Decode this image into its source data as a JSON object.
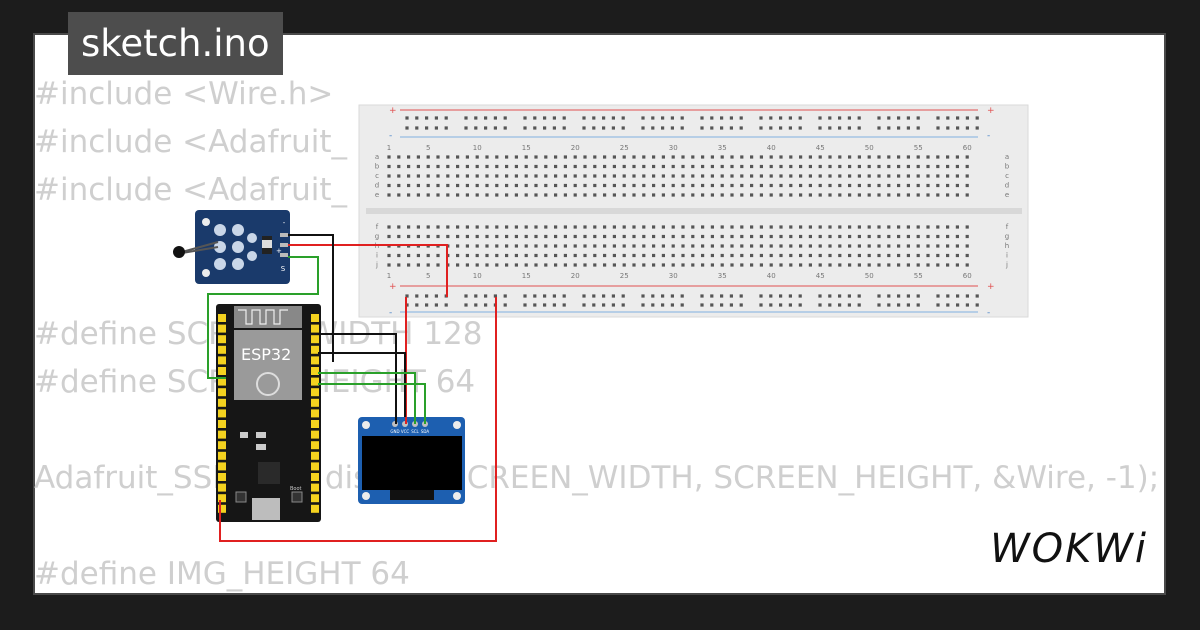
{
  "tab": {
    "filename": "sketch.ino"
  },
  "code_lines": [
    "#include <Wire.h>",
    "#include <Adafruit_",
    "#include <Adafruit_",
    "",
    "",
    "#define SCREEN_WIDTH 128",
    "#define SCREEN_HEIGHT 64",
    "",
    "Adafruit_SSD1306 display(SCREEN_WIDTH, SCREEN_HEIGHT, &Wire, -1);",
    "",
    "#define IMG_HEIGHT 64"
  ],
  "breadboard": {
    "column_numbers": [
      "1",
      "5",
      "10",
      "15",
      "20",
      "25",
      "30",
      "35",
      "40",
      "45",
      "50",
      "55",
      "60"
    ],
    "top_rows": [
      "a",
      "b",
      "c",
      "d",
      "e"
    ],
    "bottom_rows": [
      "f",
      "g",
      "h",
      "i",
      "j"
    ],
    "plus_symbol": "+",
    "minus_symbol": "-"
  },
  "esp32": {
    "label": "ESP32",
    "boot_label": "Boot"
  },
  "oled": {
    "pin_labels": [
      "GND",
      "VCC",
      "SCL",
      "SDA"
    ]
  },
  "sensor": {
    "pin_labels": [
      "-",
      "+",
      "S"
    ]
  },
  "brand": {
    "logo_text": "WOKWi"
  },
  "colors": {
    "wire_red": "#e02020",
    "wire_black": "#111111",
    "wire_green": "#2aa02a",
    "board_blue": "#1a3a6b",
    "esp32_board": "#161616",
    "esp32_pins": "#f4d21f",
    "breadboard": "#ececec"
  }
}
